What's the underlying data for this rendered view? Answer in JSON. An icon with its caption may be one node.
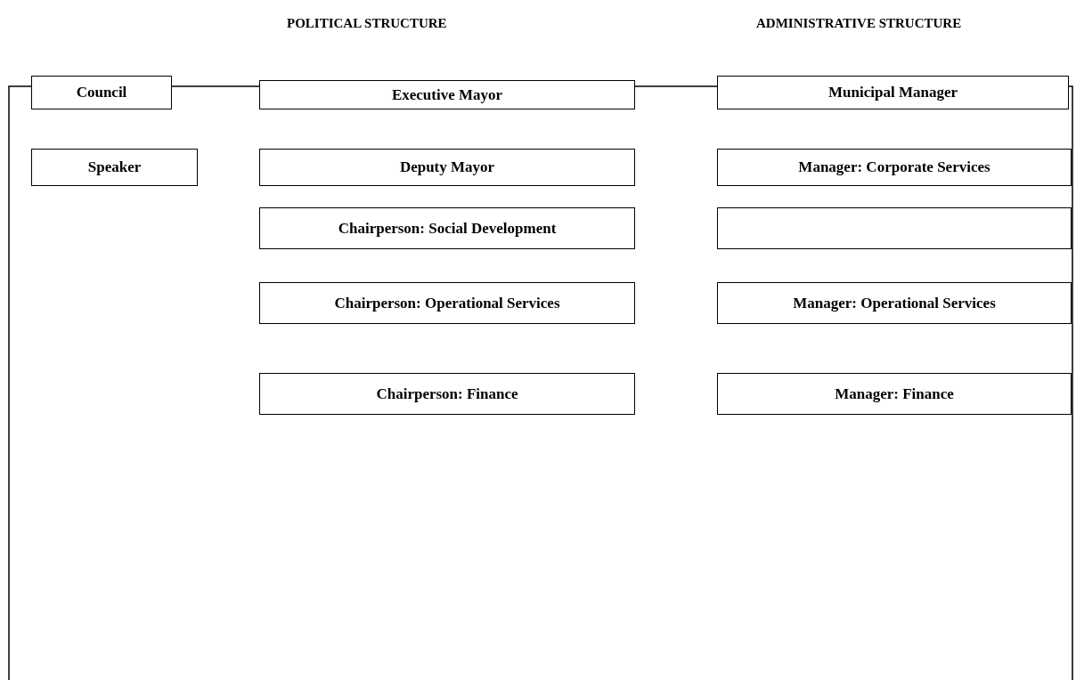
{
  "diagram": {
    "nodes": [
      {
        "text": [
          "Council"
        ]
      },
      {
        "text": [
          "Executive Mayor"
        ]
      },
      {
        "text": [
          "Municipal Manager"
        ]
      },
      {
        "text": [
          "Speaker"
        ]
      },
      {
        "text": [
          "Deputy Mayor"
        ]
      },
      {
        "text": [
          "Manager: Corporate Services"
        ]
      },
      {
        "text": [
          "Chairperson: Social Development"
        ]
      },
      {
        "text": [],
        "shape": "box"
      },
      {
        "text": [
          "Chairperson: Operational Services"
        ]
      },
      {
        "text": [
          "Manager: Operational Services"
        ]
      },
      {
        "text": [
          "Chairperson: Finance"
        ]
      },
      {
        "text": [
          "Manager: Finance"
        ]
      }
    ],
    "edges": [
      {
        "from": 0,
        "to": 1,
        "arrow": "none"
      },
      {
        "from": 1,
        "to": 2,
        "arrow": "none"
      },
      {
        "from": 0,
        "to": null,
        "arrow": "none"
      },
      {
        "from": 2,
        "to": null,
        "arrow": "none"
      }
    ],
    "labels": [
      "POLITICAL STRUCTURE",
      "ADMINISTRATIVE STRUCTURE"
    ]
  }
}
